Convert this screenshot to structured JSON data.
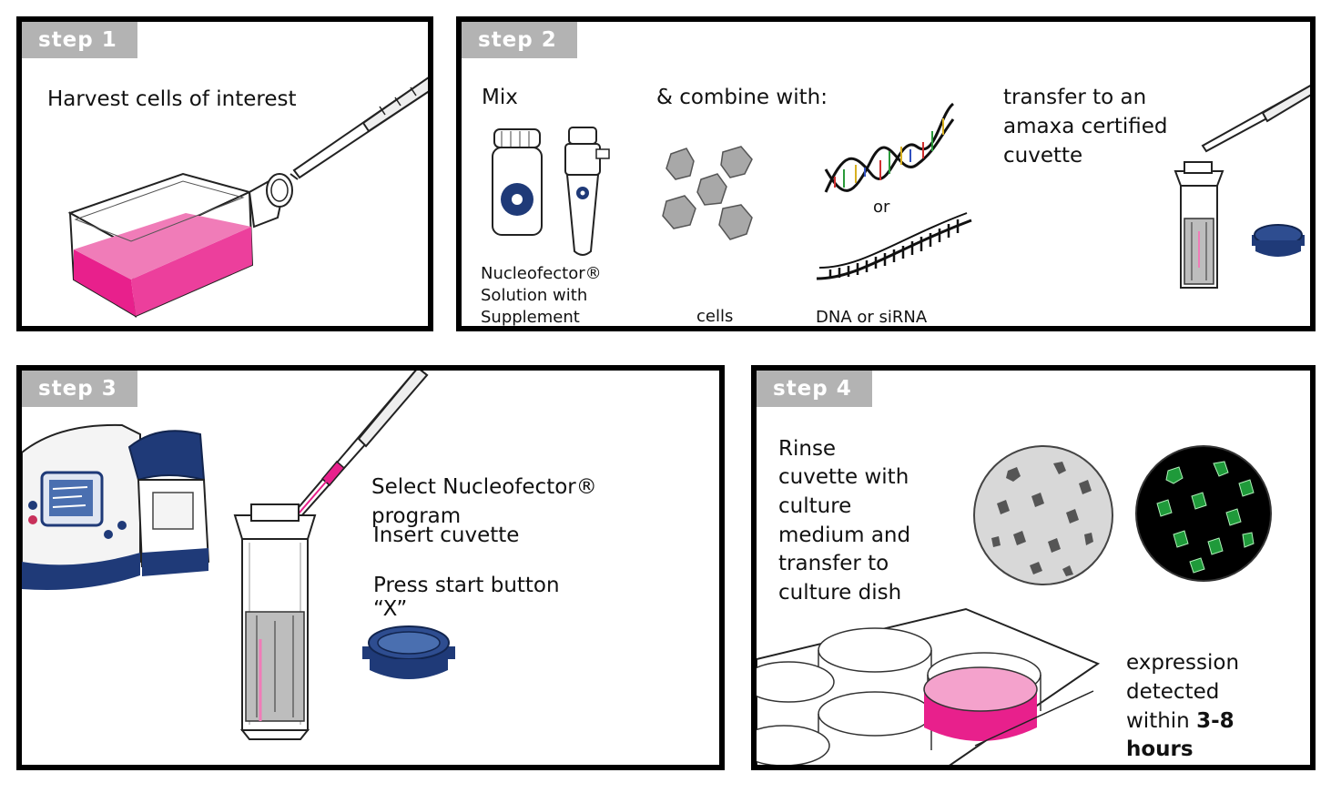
{
  "step1": {
    "label": "step 1",
    "text": "Harvest cells of interest"
  },
  "step2": {
    "label": "step 2",
    "mix": "Mix",
    "combine": "& combine with:",
    "or": "or",
    "solution_caption": [
      "Nucleofector®",
      "Solution with",
      "Supplement"
    ],
    "cells_caption": "cells",
    "dna_caption": "DNA or siRNA",
    "transfer": [
      "transfer to an",
      "amaxa certified",
      "cuvette"
    ]
  },
  "step3": {
    "label": "step 3",
    "select_line1": "Select Nucleofector®",
    "select_line2": "program",
    "insert": "Insert cuvette",
    "press": "Press start button",
    "x_quote": "“X”"
  },
  "step4": {
    "label": "step 4",
    "rinse": [
      "Rinse",
      "cuvette with",
      "culture",
      "medium and",
      "transfer to",
      "culture dish"
    ],
    "expression": [
      "expression",
      "detected"
    ],
    "within": "within ",
    "hours_range": "3-8",
    "hours": "hours"
  },
  "colors": {
    "magenta": "#e8208c",
    "navy": "#1f3a78",
    "label_gray": "#b3b3b3"
  }
}
